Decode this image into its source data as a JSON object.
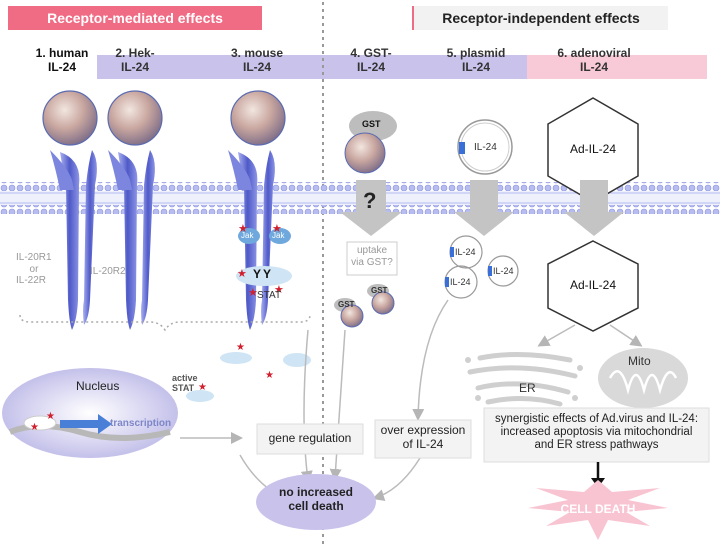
{
  "headers": {
    "left": "Receptor-mediated effects",
    "right": "Receptor-independent effects"
  },
  "columns": [
    {
      "num": "1. human",
      "name": "IL-24"
    },
    {
      "num": "2. Hek-",
      "name": "IL-24"
    },
    {
      "num": "3. mouse",
      "name": "IL-24"
    },
    {
      "num": "4. GST-",
      "name": "IL-24"
    },
    {
      "num": "5. plasmid",
      "name": "IL-24"
    },
    {
      "num": "6. adenoviral",
      "name": "IL-24"
    }
  ],
  "receptors": {
    "r1_line1": "IL-20R1",
    "r1_line2": "or",
    "r1_line3": "IL-22R",
    "r2": "IL-20R2"
  },
  "signaling": {
    "jak": "Jak",
    "stat": "STAT",
    "y": "Y",
    "active_stat_1": "active",
    "active_stat_2": "STAT"
  },
  "nucleus": {
    "title": "Nucleus",
    "transcription": "transcription"
  },
  "gst": {
    "tag": "GST",
    "question": "?",
    "uptake_1": "uptake",
    "uptake_2": "via GST?"
  },
  "plasmid": {
    "label": "IL-24"
  },
  "adeno": {
    "label": "Ad-IL-24"
  },
  "organelles": {
    "er": "ER",
    "mito": "Mito"
  },
  "boxes": {
    "gene_regulation": "gene regulation",
    "overexpression_1": "over expression",
    "overexpression_2": "of IL-24",
    "synergy_1": "synergistic effects of Ad.virus and IL-24:",
    "synergy_2": "increased apoptosis via mitochondrial",
    "synergy_3": "and ER stress pathways",
    "no_death_1": "no increased",
    "no_death_2": "cell death",
    "cell_death": "CELL DEATH"
  },
  "colors": {
    "pink": "#f06b84",
    "lavender": "#c9c3ec",
    "receptor": "#6f78d6",
    "membrane": "#a7aee8",
    "star": "#d0202f"
  }
}
